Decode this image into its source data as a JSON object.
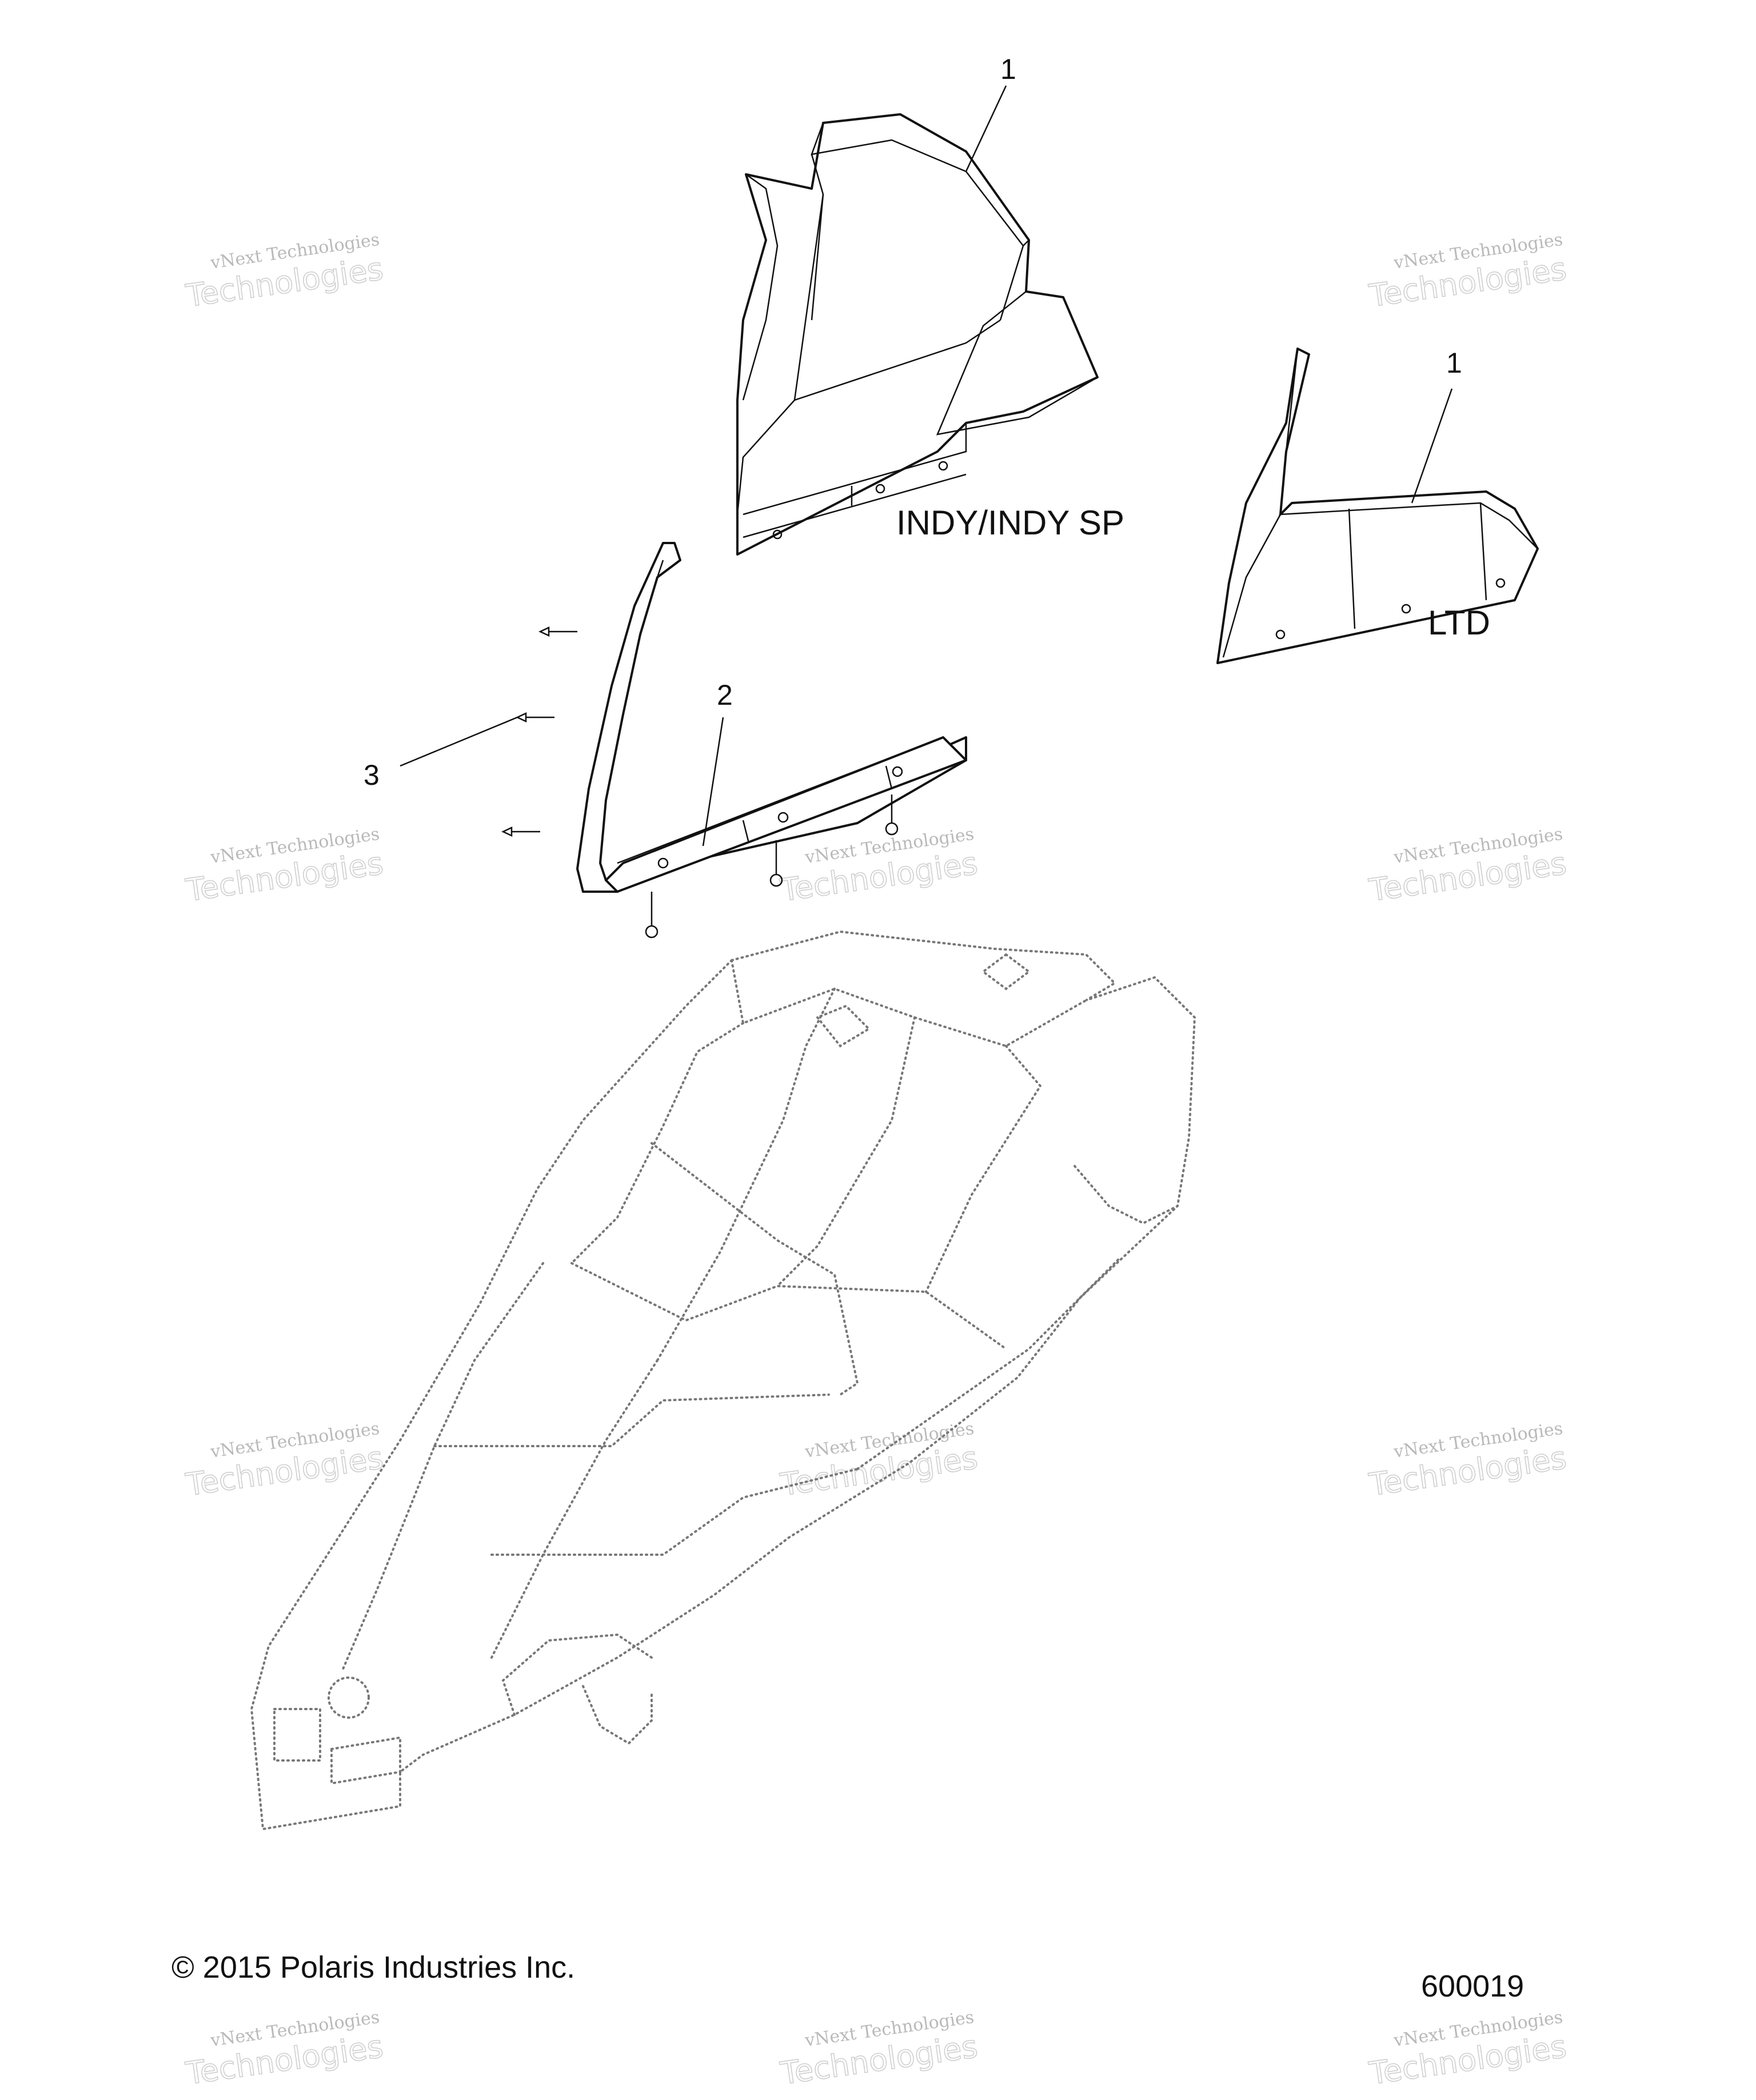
{
  "diagram": {
    "callouts": [
      {
        "id": "callout-1-indy",
        "text": "1"
      },
      {
        "id": "callout-1-ltd",
        "text": "1"
      },
      {
        "id": "callout-2",
        "text": "2"
      },
      {
        "id": "callout-3",
        "text": "3"
      }
    ],
    "model_labels": {
      "indy": "INDY/INDY SP",
      "ltd": "LTD"
    },
    "footer": {
      "copyright": "© 2015 Polaris Industries Inc.",
      "figure_number": "600019"
    },
    "watermark": {
      "line1": "vNext Technologies",
      "line2": "Technologies"
    }
  }
}
